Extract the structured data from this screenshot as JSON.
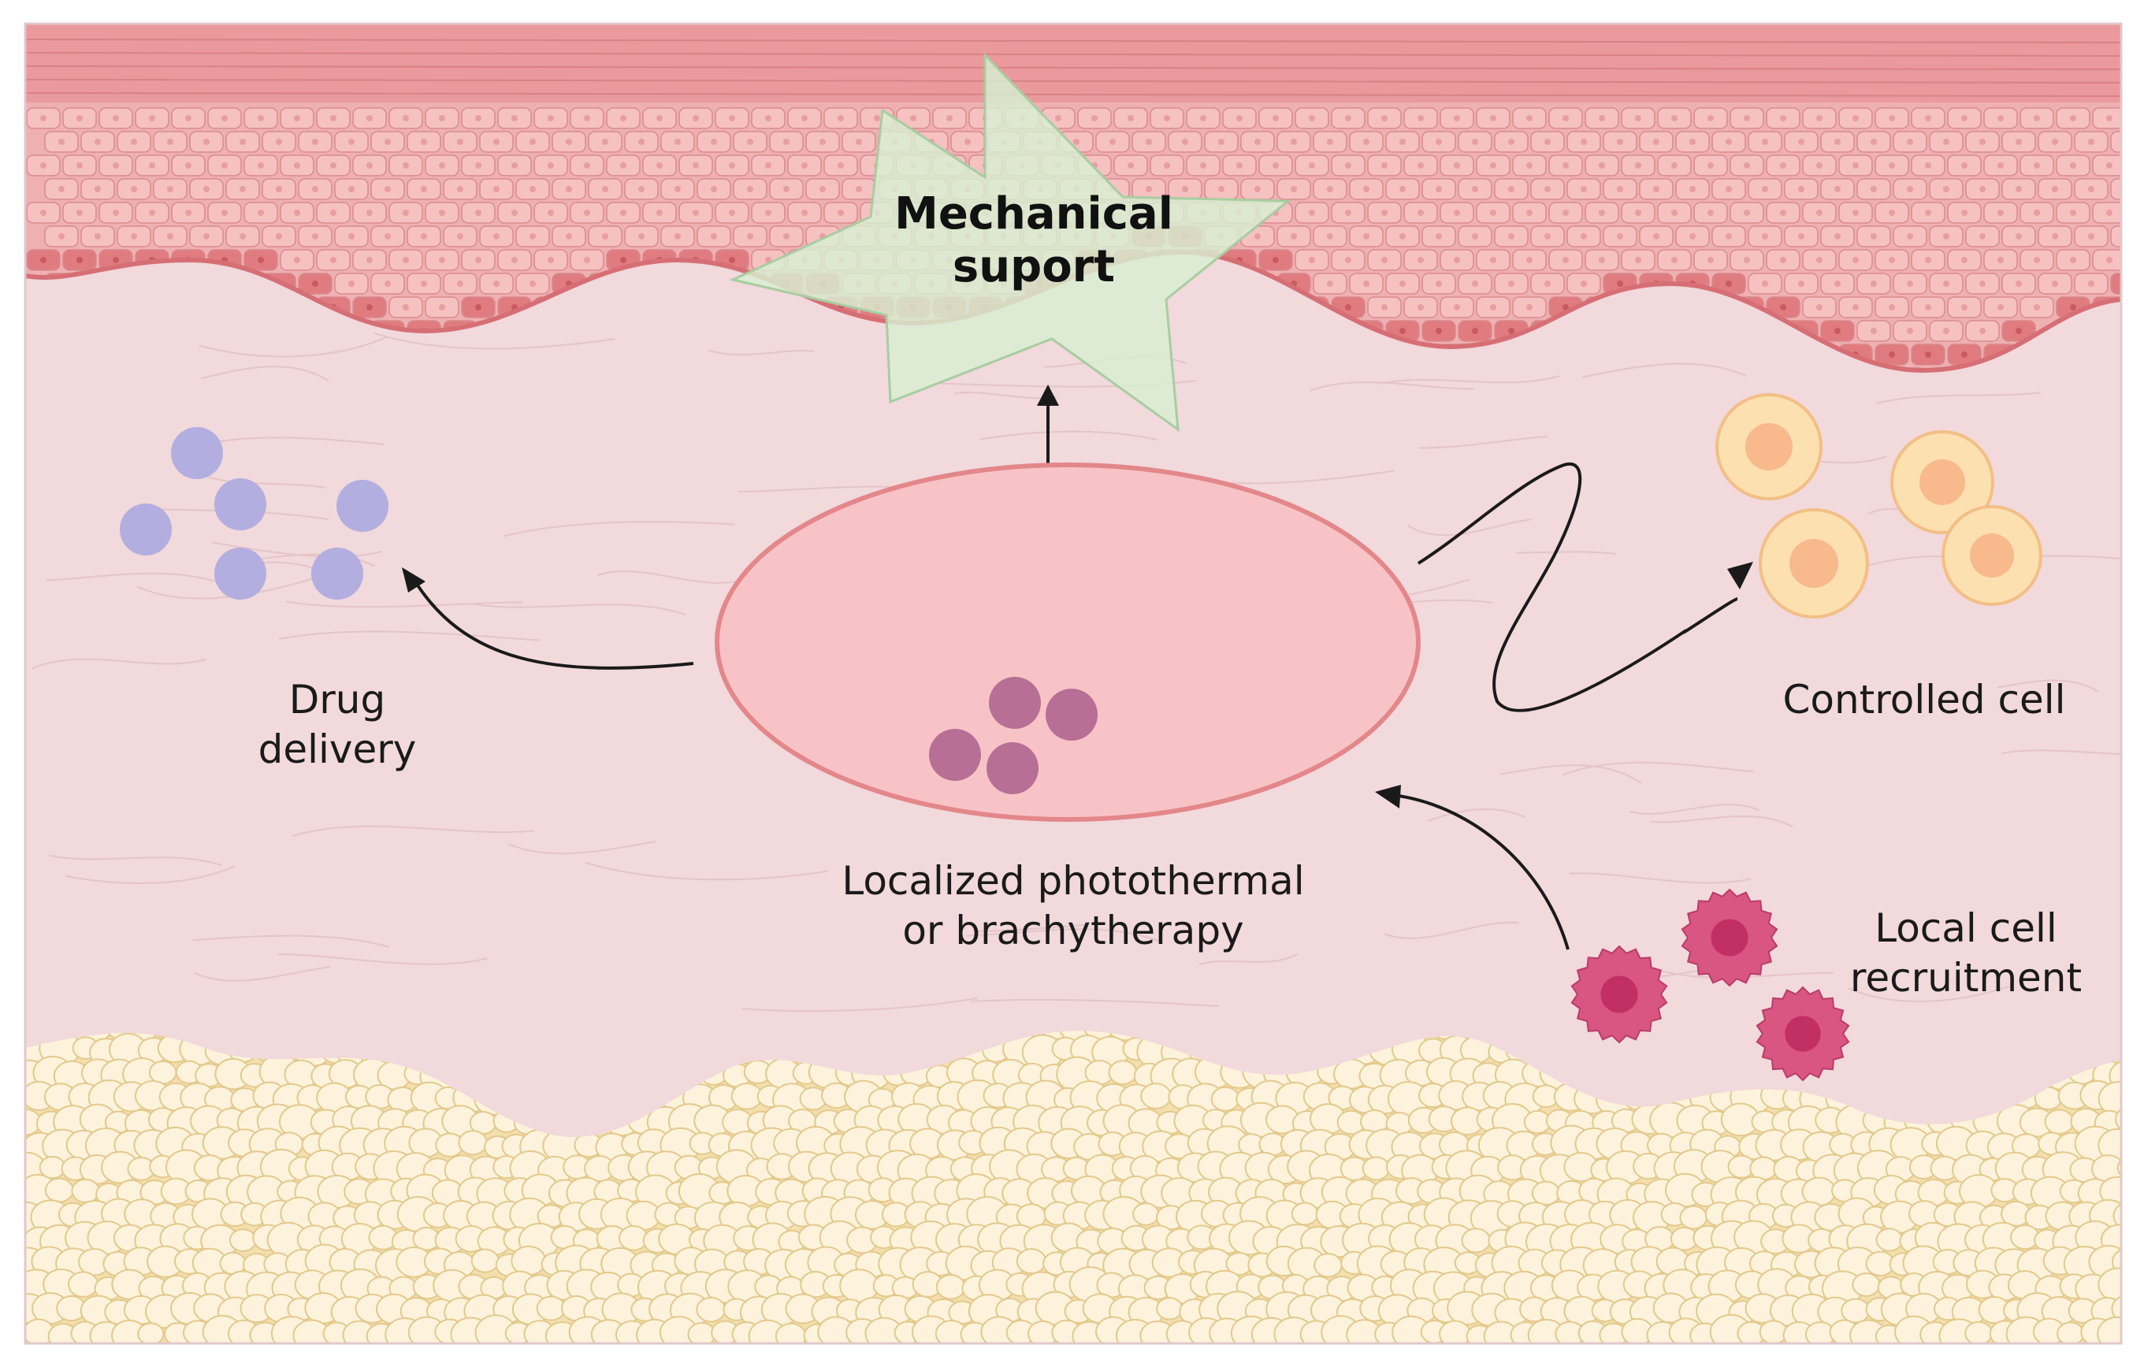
{
  "labels": {
    "mechanical_line1": "Mechanical",
    "mechanical_line2": "suport",
    "drug_line1": "Drug",
    "drug_line2": "delivery",
    "controlled": "Controlled cell",
    "therapy_line1": "Localized photothermal",
    "therapy_line2": "or brachytherapy",
    "recruit_line1": "Local cell",
    "recruit_line2": "recruitment"
  },
  "colors": {
    "dermis": "#f1d9dc",
    "epidermis_outer": "#ea9a9c",
    "cell_fill": "#f6c1c1",
    "basal_cell": "#e07c80",
    "fat": "#fdf3dc",
    "fat_stroke": "#e3c98c",
    "drug_particle": "#b3aee0",
    "implant": "#f8c3c6",
    "implant_stroke": "#e3878b",
    "therapy_particle": "#b76f96",
    "controlled_cell": "#fde0b0",
    "controlled_nucleus": "#f8b98c",
    "recruited_cell": "#d95582",
    "recruited_nucleus": "#c22f62",
    "star_fill": "#d8efd2"
  },
  "icons": [
    "mechanical-support-star",
    "drug-particle",
    "implant-ellipse",
    "controlled-cell",
    "recruited-cell",
    "arrow"
  ]
}
